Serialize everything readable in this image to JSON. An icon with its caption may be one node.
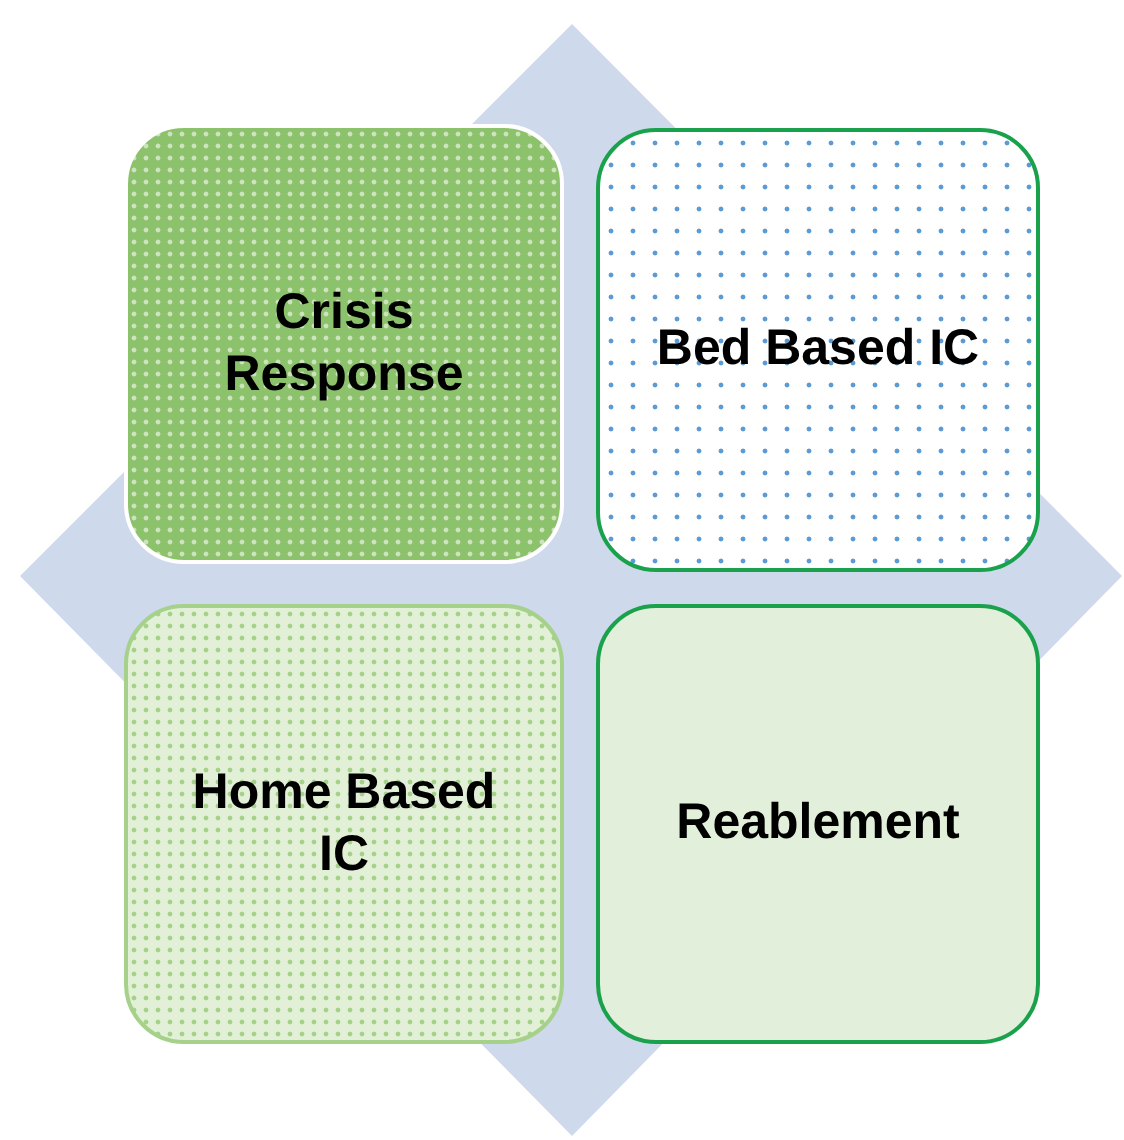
{
  "diagram": {
    "nodes": [
      {
        "text": [
          "Crisis Response"
        ]
      },
      {
        "text": [
          "Bed Based IC"
        ]
      },
      {
        "text": [
          "Home Based IC"
        ]
      },
      {
        "text": [
          "Reablement"
        ]
      }
    ]
  }
}
